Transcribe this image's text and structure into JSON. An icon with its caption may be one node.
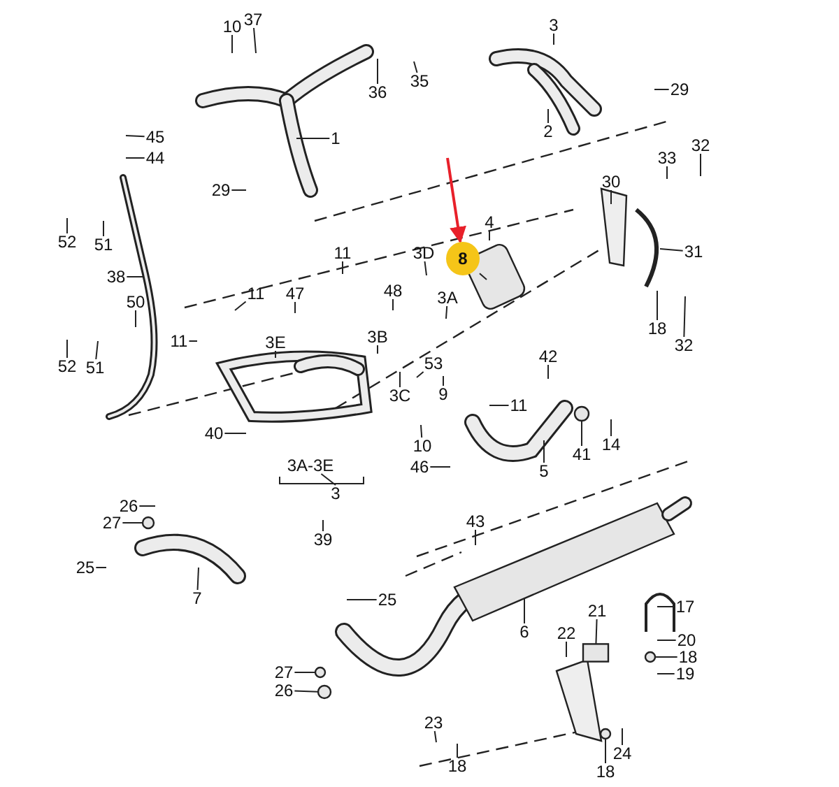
{
  "diagram": {
    "nodes": [
      {
        "text": [
          "10"
        ]
      },
      {
        "text": [
          "37"
        ]
      },
      {
        "text": [
          "36"
        ]
      },
      {
        "text": [
          "35"
        ]
      },
      {
        "text": [
          "1"
        ]
      },
      {
        "text": [
          "3"
        ]
      },
      {
        "text": [
          "2"
        ]
      },
      {
        "text": [
          "29"
        ]
      },
      {
        "text": [
          "45"
        ]
      },
      {
        "text": [
          "44"
        ]
      },
      {
        "text": [
          "29"
        ]
      },
      {
        "text": [
          "52"
        ]
      },
      {
        "text": [
          "51"
        ]
      },
      {
        "text": [
          "30"
        ]
      },
      {
        "text": [
          "33"
        ]
      },
      {
        "text": [
          "32"
        ]
      },
      {
        "text": [
          "4"
        ]
      },
      {
        "text": [
          "8"
        ]
      },
      {
        "text": [
          "3D"
        ]
      },
      {
        "text": [
          "31"
        ]
      },
      {
        "text": [
          "18"
        ]
      },
      {
        "text": [
          "32"
        ]
      },
      {
        "text": [
          "38"
        ]
      },
      {
        "text": [
          "50"
        ]
      },
      {
        "text": [
          "11"
        ]
      },
      {
        "text": [
          "11"
        ]
      },
      {
        "text": [
          "47"
        ]
      },
      {
        "text": [
          "48"
        ]
      },
      {
        "text": [
          "3A"
        ]
      },
      {
        "text": [
          "11"
        ]
      },
      {
        "text": [
          "3E"
        ]
      },
      {
        "text": [
          "3B"
        ]
      },
      {
        "text": [
          "53"
        ]
      },
      {
        "text": [
          "52"
        ]
      },
      {
        "text": [
          "51"
        ]
      },
      {
        "text": [
          "42"
        ]
      },
      {
        "text": [
          "3C"
        ]
      },
      {
        "text": [
          "9"
        ]
      },
      {
        "text": [
          "11"
        ]
      },
      {
        "text": [
          "10"
        ]
      },
      {
        "text": [
          "41"
        ]
      },
      {
        "text": [
          "14"
        ]
      },
      {
        "text": [
          "40"
        ]
      },
      {
        "text": [
          "46"
        ]
      },
      {
        "text": [
          "5"
        ]
      },
      {
        "text": [
          "3"
        ]
      },
      {
        "text": [
          "39"
        ]
      },
      {
        "text": [
          "26"
        ]
      },
      {
        "text": [
          "27"
        ]
      },
      {
        "text": [
          "25"
        ]
      },
      {
        "text": [
          "7"
        ]
      },
      {
        "text": [
          "43"
        ]
      },
      {
        "text": [
          "25"
        ]
      },
      {
        "text": [
          "6"
        ]
      },
      {
        "text": [
          "17"
        ]
      },
      {
        "text": [
          "21"
        ]
      },
      {
        "text": [
          "22"
        ]
      },
      {
        "text": [
          "20"
        ]
      },
      {
        "text": [
          "18"
        ]
      },
      {
        "text": [
          "19"
        ]
      },
      {
        "text": [
          "27"
        ]
      },
      {
        "text": [
          "26"
        ]
      },
      {
        "text": [
          "23"
        ]
      },
      {
        "text": [
          "18"
        ]
      },
      {
        "text": [
          "18"
        ]
      },
      {
        "text": [
          "24"
        ]
      },
      {
        "text": [
          "3A-3E"
        ]
      },
      {
        "text": [],
        "shape": "circle"
      },
      {
        "text": [],
        "shape": "circle"
      },
      {
        "text": [],
        "shape": "box"
      },
      {
        "text": [],
        "shape": "circle"
      },
      {
        "text": [],
        "shape": "circle"
      },
      {
        "text": [],
        "shape": "circle"
      },
      {
        "text": [],
        "shape": "circle"
      }
    ],
    "edges": [
      {
        "from": 0,
        "to": null,
        "arrow": "none"
      },
      {
        "from": 1,
        "to": null,
        "arrow": "none"
      },
      {
        "from": 2,
        "to": null,
        "arrow": "none"
      },
      {
        "from": 3,
        "to": null,
        "arrow": "none"
      },
      {
        "from": 4,
        "to": null,
        "arrow": "none"
      },
      {
        "from": 5,
        "to": null,
        "arrow": "none"
      },
      {
        "from": 6,
        "to": null,
        "arrow": "none"
      },
      {
        "from": 7,
        "to": null,
        "arrow": "none"
      },
      {
        "from": 8,
        "to": null,
        "arrow": "none"
      },
      {
        "from": 9,
        "to": null,
        "arrow": "none"
      },
      {
        "from": 10,
        "to": null,
        "arrow": "none"
      },
      {
        "from": 11,
        "to": null,
        "arrow": "none"
      },
      {
        "from": 12,
        "to": null,
        "arrow": "none"
      },
      {
        "from": 13,
        "to": null,
        "arrow": "none"
      },
      {
        "from": 14,
        "to": null,
        "arrow": "none"
      },
      {
        "from": 15,
        "to": null,
        "arrow": "none"
      },
      {
        "from": 16,
        "to": null,
        "arrow": "none"
      },
      {
        "from": 17,
        "to": null,
        "arrow": "none"
      },
      {
        "from": 18,
        "to": null,
        "arrow": "none"
      },
      {
        "from": 19,
        "to": null,
        "arrow": "none"
      },
      {
        "from": 20,
        "to": null,
        "arrow": "none"
      },
      {
        "from": 21,
        "to": null,
        "arrow": "none"
      },
      {
        "from": 22,
        "to": null,
        "arrow": "none"
      },
      {
        "from": 23,
        "to": null,
        "arrow": "none"
      },
      {
        "from": 24,
        "to": null,
        "arrow": "none"
      },
      {
        "from": 25,
        "to": null,
        "arrow": "none"
      },
      {
        "from": 26,
        "to": null,
        "arrow": "none"
      },
      {
        "from": 27,
        "to": null,
        "arrow": "none"
      },
      {
        "from": 28,
        "to": null,
        "arrow": "none"
      },
      {
        "from": 29,
        "to": null,
        "arrow": "none"
      },
      {
        "from": 30,
        "to": null,
        "arrow": "none"
      },
      {
        "from": 31,
        "to": null,
        "arrow": "none"
      },
      {
        "from": 32,
        "to": null,
        "arrow": "none"
      },
      {
        "from": 33,
        "to": null,
        "arrow": "none"
      },
      {
        "from": 34,
        "to": null,
        "arrow": "none"
      },
      {
        "from": 35,
        "to": null,
        "arrow": "none"
      },
      {
        "from": 36,
        "to": null,
        "arrow": "none"
      },
      {
        "from": 37,
        "to": null,
        "arrow": "none"
      },
      {
        "from": 38,
        "to": null,
        "arrow": "none"
      },
      {
        "from": 39,
        "to": null,
        "arrow": "none"
      },
      {
        "from": 40,
        "to": 67,
        "arrow": "none"
      },
      {
        "from": 41,
        "to": null,
        "arrow": "none"
      },
      {
        "from": 42,
        "to": null,
        "arrow": "none"
      },
      {
        "from": 43,
        "to": null,
        "arrow": "none"
      },
      {
        "from": 44,
        "to": null,
        "arrow": "none"
      },
      {
        "from": 45,
        "to": 66,
        "arrow": "none"
      },
      {
        "from": 46,
        "to": null,
        "arrow": "none"
      },
      {
        "from": 47,
        "to": null,
        "arrow": "none"
      },
      {
        "from": 48,
        "to": 68,
        "arrow": "none"
      },
      {
        "from": 49,
        "to": null,
        "arrow": "none"
      },
      {
        "from": 50,
        "to": null,
        "arrow": "none"
      },
      {
        "from": 51,
        "to": null,
        "arrow": "none"
      },
      {
        "from": 52,
        "to": null,
        "arrow": "none"
      },
      {
        "from": 53,
        "to": null,
        "arrow": "none"
      },
      {
        "from": 54,
        "to": null,
        "arrow": "none"
      },
      {
        "from": 55,
        "to": 69,
        "arrow": "none"
      },
      {
        "from": 56,
        "to": null,
        "arrow": "none"
      },
      {
        "from": 57,
        "to": null,
        "arrow": "none"
      },
      {
        "from": 58,
        "to": 70,
        "arrow": "none"
      },
      {
        "from": 59,
        "to": null,
        "arrow": "none"
      },
      {
        "from": 60,
        "to": 73,
        "arrow": "none"
      },
      {
        "from": 61,
        "to": 71,
        "arrow": "none"
      },
      {
        "from": 62,
        "to": null,
        "arrow": "none"
      },
      {
        "from": 63,
        "to": null,
        "arrow": "none"
      },
      {
        "from": 64,
        "to": 72,
        "arrow": "none"
      },
      {
        "from": 65,
        "to": null,
        "arrow": "none"
      },
      {
        "from": null,
        "to": 17,
        "arrow": "to",
        "color": "#e8202a"
      }
    ]
  }
}
